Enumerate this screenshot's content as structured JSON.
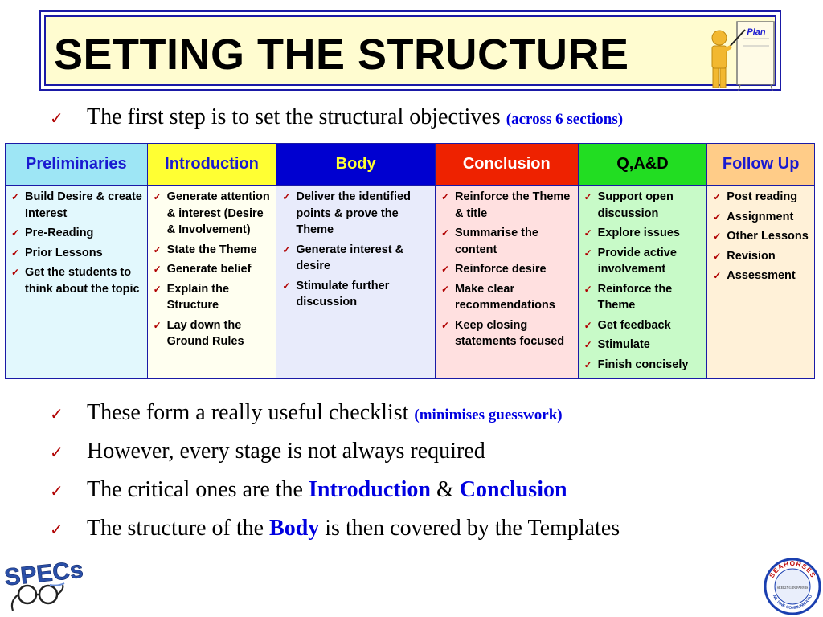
{
  "title": "SETTING THE STRUCTURE",
  "plan_sign": "Plan",
  "intro": {
    "text": "The first step is to set the structural objectives ",
    "note": "(across 6 sections)"
  },
  "columns": [
    {
      "header": "Preliminaries",
      "head_bg": "#9ee6f5",
      "head_color": "#1a1ad0",
      "body_bg": "#e2f8fd",
      "items": [
        "Build Desire & create Interest",
        "Pre-Reading",
        "Prior Lessons",
        "Get the students to think about the topic"
      ]
    },
    {
      "header": "Introduction",
      "head_bg": "#ffff33",
      "head_color": "#1a1ad0",
      "body_bg": "#fffff0",
      "items": [
        "Generate attention & interest (Desire & Involvement)",
        "State the Theme",
        "Generate belief",
        "Explain the Structure",
        "Lay down the Ground Rules"
      ]
    },
    {
      "header": "Body",
      "head_bg": "#0000d0",
      "head_color": "#ffff33",
      "body_bg": "#e8ebfb",
      "items": [
        "Deliver the identified points & prove the Theme",
        "Generate interest & desire",
        "Stimulate further discussion"
      ]
    },
    {
      "header": "Conclusion",
      "head_bg": "#ee2200",
      "head_color": "#ffffff",
      "body_bg": "#ffe0e0",
      "items": [
        "Reinforce the Theme & title",
        "Summarise the content",
        "Reinforce desire",
        "Make clear recommendations",
        "Keep closing statements focused"
      ]
    },
    {
      "header": "Q,A&D",
      "head_bg": "#22dd22",
      "head_color": "#000000",
      "body_bg": "#c8fac8",
      "items": [
        "Support open discussion",
        "Explore issues",
        "Provide active involvement",
        "Reinforce the Theme",
        "Get feedback",
        "Stimulate",
        "Finish concisely"
      ]
    },
    {
      "header": "Follow Up",
      "head_bg": "#ffcc88",
      "head_color": "#1a1ad0",
      "body_bg": "#fff1d8",
      "items": [
        "Post reading",
        "Assignment",
        "Other Lessons",
        "Revision",
        "Assessment"
      ]
    }
  ],
  "bullets": [
    {
      "text": "These form a really useful checklist ",
      "note": "(minimises guesswork)"
    },
    {
      "text": "However, every stage is not always required"
    },
    {
      "pre": "The critical ones are the ",
      "hl1": "Introduction",
      "mid": " & ",
      "hl2": "Conclusion"
    },
    {
      "pre": "The structure of the ",
      "hl1": "Body",
      "post": " is then covered by the Templates"
    }
  ],
  "logos": {
    "specs": "SPECs",
    "seahorses_top": "SEAHORSES",
    "seahorses_center": "SEEKING IN PARVIS",
    "seahorses_bottom": "NIL SINE COMMUNICATIO"
  }
}
